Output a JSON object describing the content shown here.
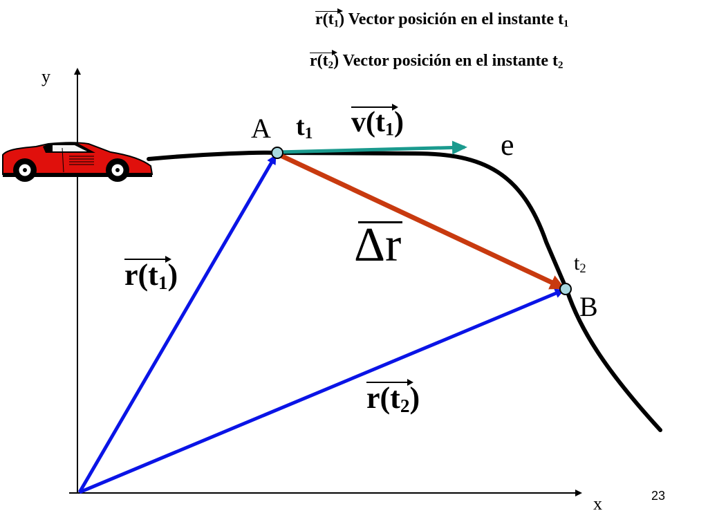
{
  "legend": {
    "line1_sym": "r(t",
    "line1_sub": "1",
    "line1_close": ")",
    "line1_text": " Vector posición en el instante t",
    "line1_text_sub": "1",
    "line2_sym": "r(t",
    "line2_sub": "2",
    "line2_close": ")",
    "line2_text": " Vector posición en el instante t",
    "line2_text_sub": "2"
  },
  "axes": {
    "x_label": "x",
    "y_label": "y"
  },
  "points": {
    "a_label": "A",
    "t1_label": "t",
    "t1_sub": "1",
    "b_label": "B",
    "t2_label": "t",
    "t2_sub": "2"
  },
  "vectors": {
    "velocity_sym": "v(t",
    "velocity_sub": "1",
    "velocity_close": ")",
    "delta_r_symbol": "Δr",
    "r1_sym": "r(t",
    "r1_sub": "1",
    "r1_close": ")",
    "r2_sym": "r(t",
    "r2_sub": "2",
    "r2_close": ")"
  },
  "trajectory_label": "e",
  "page_number": "23",
  "colors": {
    "position_vectors": "#0a14e6",
    "displacement": "#c83a0f",
    "velocity": "#1a9a8e",
    "trajectory": "#000000",
    "point_fill": "#a8d8e0",
    "car_body": "#e0100c"
  },
  "icons": {
    "car": "red-sports-car-icon"
  }
}
